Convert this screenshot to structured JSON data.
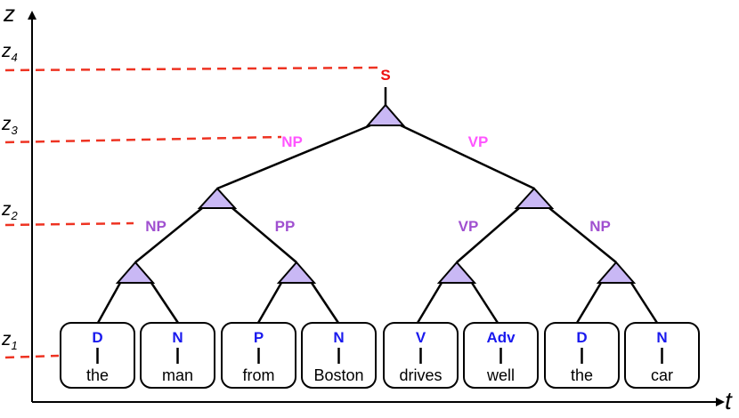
{
  "axes": {
    "z_label": "z",
    "t_label": "t",
    "levels": [
      {
        "base": "z",
        "sub": "4"
      },
      {
        "base": "z",
        "sub": "3"
      },
      {
        "base": "z",
        "sub": "2"
      },
      {
        "base": "z",
        "sub": "1"
      }
    ]
  },
  "tree": {
    "root": {
      "label": "S",
      "color": "#ee1111"
    },
    "level3": [
      {
        "label": "NP",
        "color": "#ff55ff"
      },
      {
        "label": "VP",
        "color": "#ff55ff"
      }
    ],
    "level2": [
      {
        "label": "NP",
        "color": "#a050d0"
      },
      {
        "label": "PP",
        "color": "#a050d0"
      },
      {
        "label": "VP",
        "color": "#a050d0"
      },
      {
        "label": "NP",
        "color": "#a050d0"
      }
    ],
    "leaves": [
      {
        "tag": "D",
        "word": "the"
      },
      {
        "tag": "N",
        "word": "man"
      },
      {
        "tag": "P",
        "word": "from"
      },
      {
        "tag": "N",
        "word": "Boston"
      },
      {
        "tag": "V",
        "word": "drives"
      },
      {
        "tag": "Adv",
        "word": "well"
      },
      {
        "tag": "D",
        "word": "the"
      },
      {
        "tag": "N",
        "word": "car"
      }
    ]
  },
  "colors": {
    "tag": "#1a1aee",
    "dash": "#ee3322",
    "triangle_fill": "#c9b8f5",
    "line": "#000000"
  }
}
